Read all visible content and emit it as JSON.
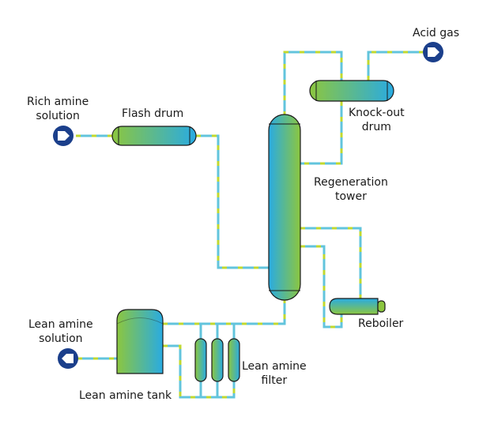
{
  "labels": {
    "rich_amine": [
      "Rich amine",
      "solution"
    ],
    "flash_drum": "Flash drum",
    "acid_gas": "Acid gas",
    "knock_out_drum": [
      "Knock-out",
      "drum"
    ],
    "regeneration_tower": [
      "Regeneration",
      "tower"
    ],
    "reboiler": "Reboiler",
    "lean_amine_solution": [
      "Lean amine",
      "solution"
    ],
    "lean_amine_filter": [
      "Lean amine",
      "filter"
    ],
    "lean_amine_tank": "Lean amine tank"
  },
  "colors": {
    "vessel_green": "#8cc63f",
    "vessel_blue": "#29abe2",
    "pipe_blue": "#5bc0de",
    "pipe_green": "#b5d334",
    "connector": "#1b3f8b",
    "outline": "#1a1a1a"
  },
  "icons": {
    "inlet": "pipe-connector-icon",
    "outlet": "pipe-connector-icon"
  }
}
